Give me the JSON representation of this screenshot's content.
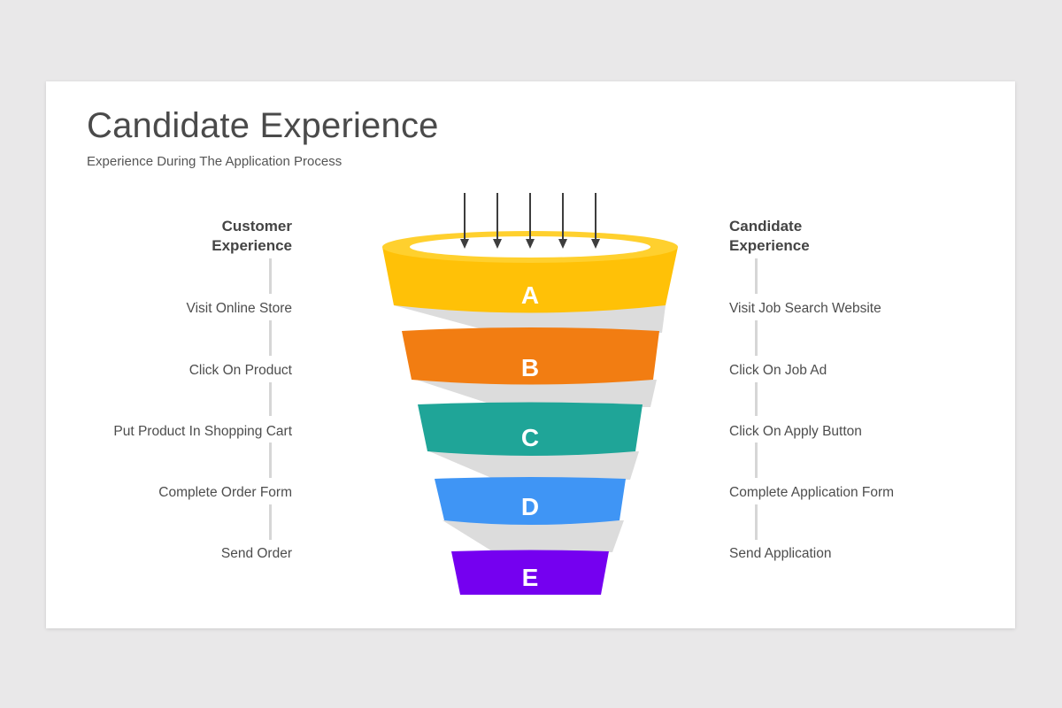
{
  "header": {
    "title": "Candidate Experience",
    "subtitle": "Experience During The Application Process"
  },
  "left_column": {
    "heading_line1": "Customer",
    "heading_line2": "Experience",
    "steps": [
      "Visit Online Store",
      "Click On Product",
      "Put Product In Shopping Cart",
      "Complete Order Form",
      "Send Order"
    ]
  },
  "right_column": {
    "heading_line1": "Candidate",
    "heading_line2": "Experience",
    "steps": [
      "Visit Job Search Website",
      "Click On Job Ad",
      "Click On Apply Button",
      "Complete Application Form",
      "Send Application"
    ]
  },
  "funnel": {
    "arrow_count": 5,
    "stages": [
      {
        "label": "A",
        "color": "#FFC107"
      },
      {
        "label": "B",
        "color": "#F27D12"
      },
      {
        "label": "C",
        "color": "#1FA598"
      },
      {
        "label": "D",
        "color": "#3F95F5"
      },
      {
        "label": "E",
        "color": "#7500F0"
      }
    ],
    "rim_color": "#FFD02E",
    "ribbon_color": "#DCDCDC",
    "arrow_color": "#3d3d3d"
  }
}
